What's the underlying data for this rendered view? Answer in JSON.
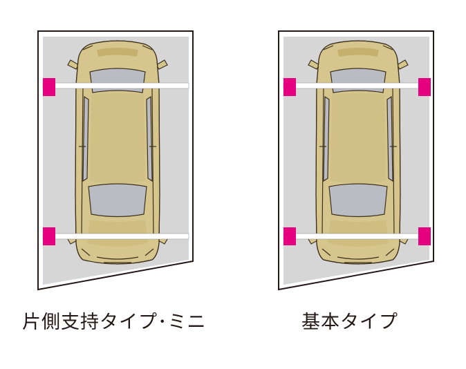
{
  "colors": {
    "floor": "#d6d6d7",
    "frame": "#231815",
    "beam": "#ffffff",
    "post": "#e4007f",
    "car_body": "#d6c68d",
    "car_body_shade": "#c5b06e",
    "car_glass": "#b9bcc3",
    "car_outline": "#3b2f1c"
  },
  "panels": [
    {
      "name": "one-side-support",
      "caption": "片側支持タイプ･ミニ",
      "posts": [
        "left-top",
        "left-bottom"
      ]
    },
    {
      "name": "standard",
      "caption": "基本タイプ",
      "posts": [
        "left-top",
        "left-bottom",
        "right-top",
        "right-bottom"
      ]
    }
  ]
}
